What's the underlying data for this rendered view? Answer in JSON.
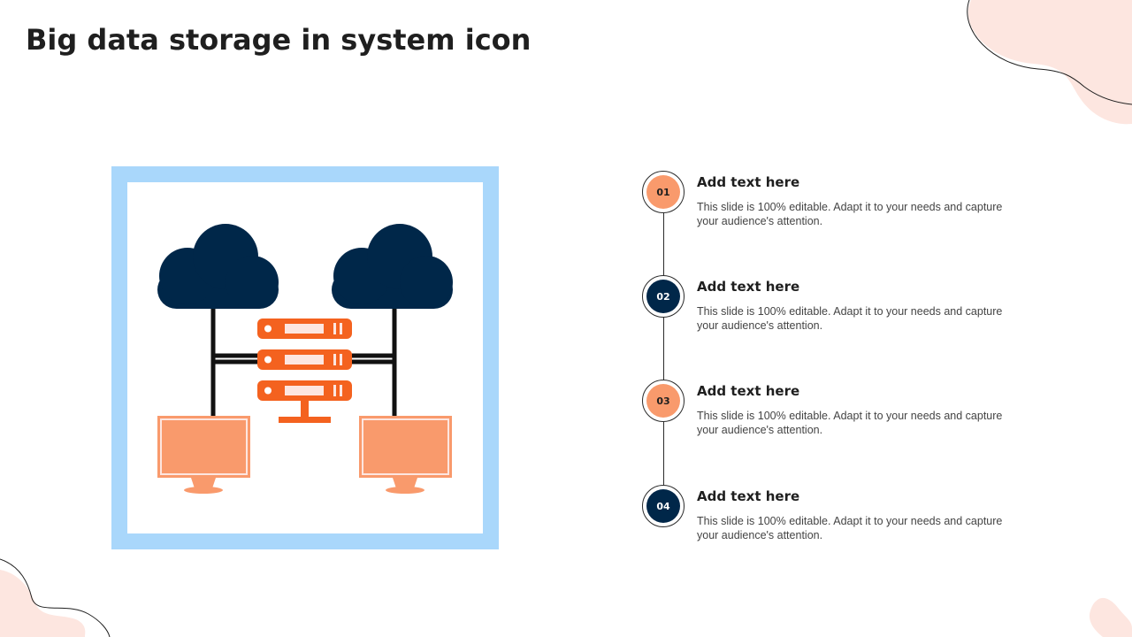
{
  "title": "Big data storage in system icon",
  "colors": {
    "navy": "#002749",
    "orange": "#f4621f",
    "peach": "#f99a6c",
    "light_blue": "#a9d7fb",
    "blush": "#fde6e0"
  },
  "icon": {
    "name": "big-data-storage-icon",
    "parts": [
      "cloud-icon",
      "cloud-icon",
      "server-rack-icon",
      "monitor-icon",
      "monitor-icon"
    ]
  },
  "steps": [
    {
      "number": "01",
      "heading": "Add text here",
      "body": "This slide is 100% editable. Adapt it to your needs and capture your audience's attention.",
      "marker_color": "#f99a6c",
      "number_color": "#1f1f1f"
    },
    {
      "number": "02",
      "heading": "Add text here",
      "body": "This slide is 100% editable. Adapt it to your needs and capture your audience's attention.",
      "marker_color": "#002749",
      "number_color": "#ffffff"
    },
    {
      "number": "03",
      "heading": "Add text here",
      "body": "This slide is 100% editable. Adapt it to your needs and capture your audience's attention.",
      "marker_color": "#f99a6c",
      "number_color": "#1f1f1f"
    },
    {
      "number": "04",
      "heading": "Add text here",
      "body": "This slide is 100% editable. Adapt it to your needs and capture your audience's attention.",
      "marker_color": "#002749",
      "number_color": "#ffffff"
    }
  ]
}
